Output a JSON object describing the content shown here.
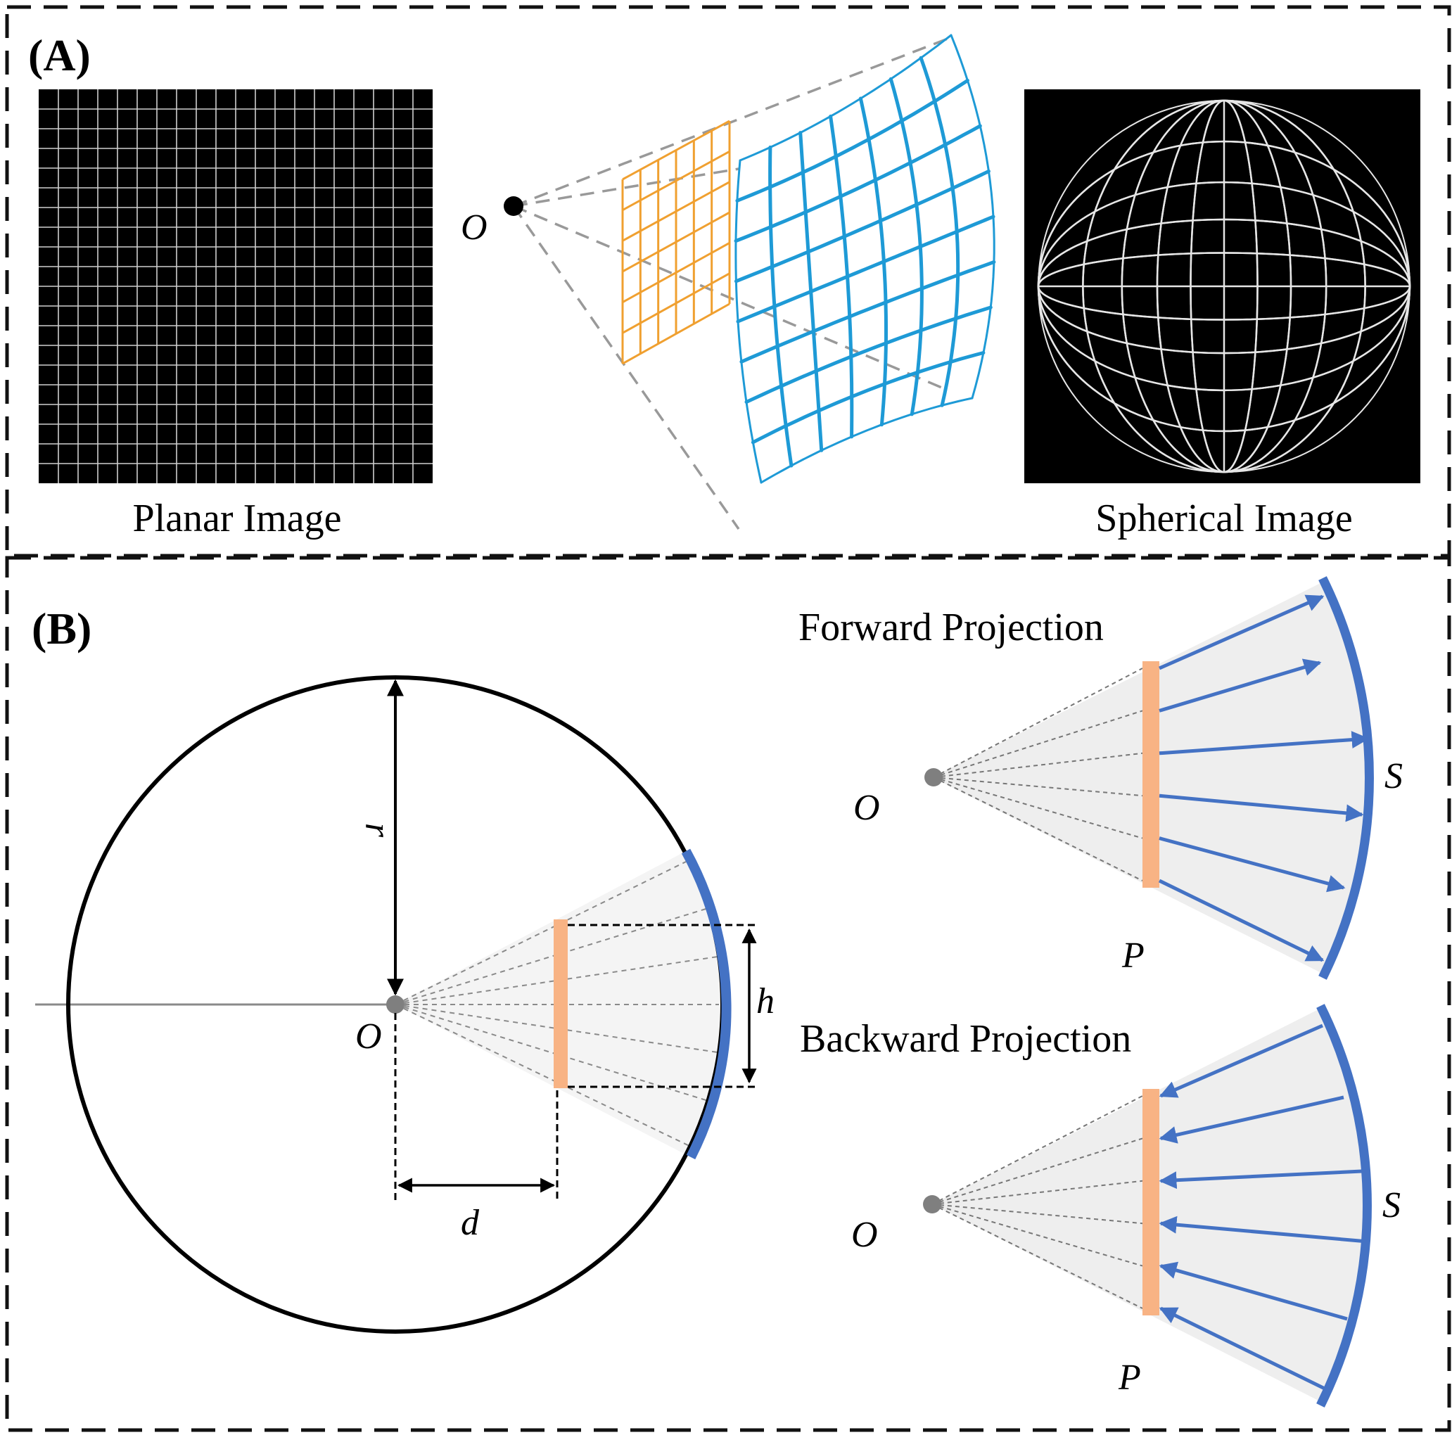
{
  "panel_a": {
    "label": "(A)",
    "planar_caption": "Planar Image",
    "spherical_caption": "Spherical Image",
    "origin_label": "O"
  },
  "panel_b": {
    "label": "(B)",
    "radius_label": "r",
    "height_label": "h",
    "distance_label": "d",
    "origin_label": "O",
    "forward": {
      "title": "Forward Projection",
      "origin_label": "O",
      "sphere_label": "S",
      "plane_label": "P"
    },
    "backward": {
      "title": "Backward Projection",
      "origin_label": "O",
      "sphere_label": "S",
      "plane_label": "P"
    }
  },
  "colors": {
    "orange_grid": "#f0a030",
    "blue_grid": "#1e9ad6",
    "arc_blue": "#4472c4",
    "plane_orange": "#f8b384",
    "dash_gray": "#999999"
  }
}
